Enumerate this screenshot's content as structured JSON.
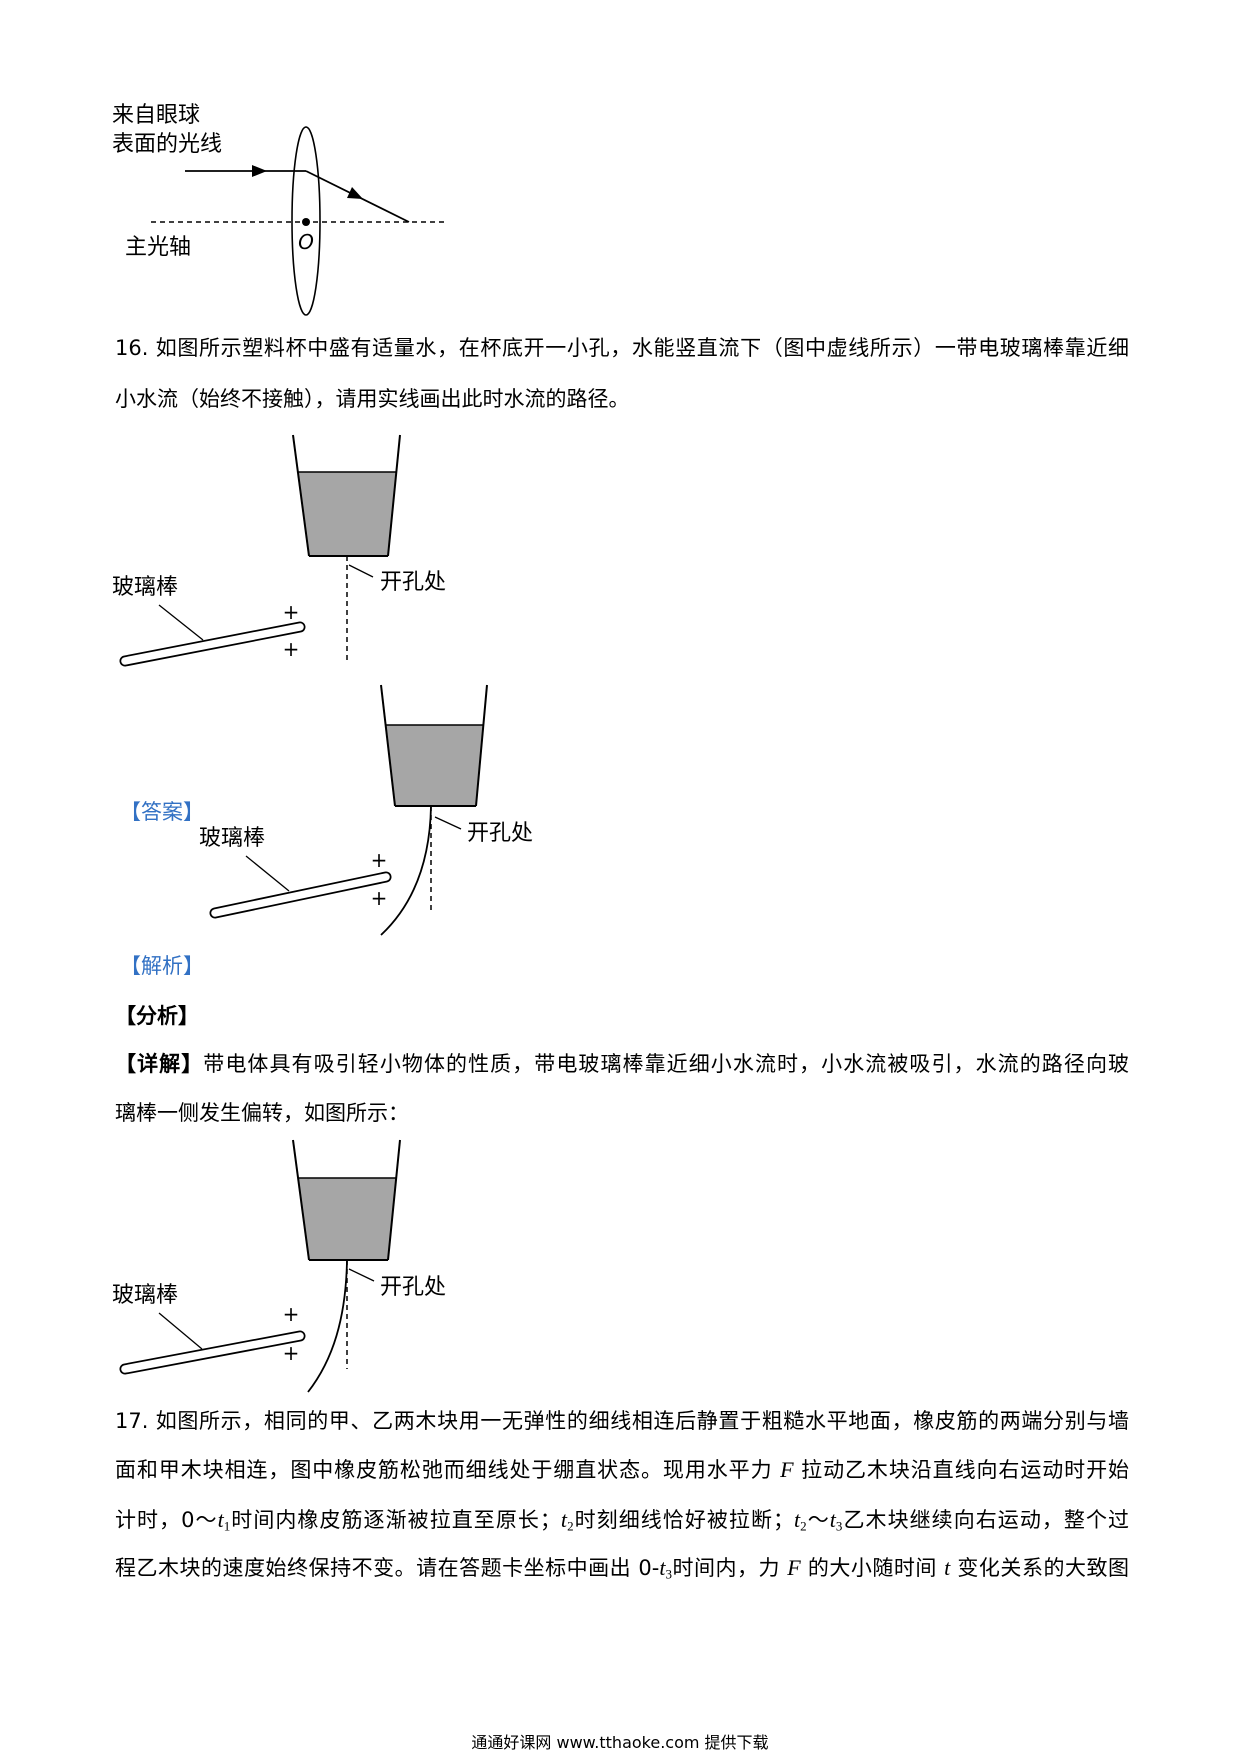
{
  "lens_figure": {
    "ray_label_line1": "来自眼球",
    "ray_label_line2": "表面的光线",
    "axis_label": "主光轴",
    "optical_center_label": "O"
  },
  "question_16": {
    "lines": [
      [
        {
          "t": "16. 如图所示塑料杯中盛有适量水，在杯底开一小孔，水能竖直流下（图中虚线所示）一带电玻璃棒靠近细",
          "s": "plain"
        }
      ],
      [
        {
          "t": "小水流（始终不接触），请用实线画出此时水流的路径。",
          "s": "plain"
        }
      ]
    ]
  },
  "figure_labels": {
    "hole": "开孔处",
    "rod": "玻璃棒",
    "charge": "+"
  },
  "answer": {
    "tag": "【答案】"
  },
  "explanation": {
    "tag": "【解析】",
    "analysis_tag": "【分析】",
    "detail_lines": [
      [
        {
          "t": "【详解】",
          "s": "bold"
        },
        {
          "t": "带电体具有吸引轻小物体的性质，带电玻璃棒靠近细小水流时，小水流被吸引，水流的路径向玻",
          "s": "plain"
        }
      ],
      [
        {
          "t": "璃棒一侧发生偏转，如图所示：",
          "s": "plain"
        }
      ]
    ]
  },
  "question_17": {
    "lines": [
      [
        {
          "t": "17. 如图所示，相同的甲、乙两木块用一无弹性的细线相连后静置于粗糙水平地面，橡皮筋的两端分别与墙",
          "s": "plain"
        }
      ],
      [
        {
          "t": "面和甲木块相连，图中橡皮筋松弛而细线处于绷直状态。现用水平力 ",
          "s": "plain"
        },
        {
          "t": "F",
          "s": "var"
        },
        {
          "t": " 拉动乙木块沿直线向右运动时开始",
          "s": "plain"
        }
      ],
      [
        {
          "t": "计时，0～",
          "s": "plain"
        },
        {
          "t": "t",
          "s": "var"
        },
        {
          "t": "1",
          "s": "sub"
        },
        {
          "t": "时间内橡皮筋逐渐被拉直至原长；",
          "s": "plain"
        },
        {
          "t": "t",
          "s": "var"
        },
        {
          "t": "2",
          "s": "sub"
        },
        {
          "t": "时刻细线恰好被拉断；",
          "s": "plain"
        },
        {
          "t": "t",
          "s": "var"
        },
        {
          "t": "2",
          "s": "sub"
        },
        {
          "t": "～",
          "s": "plain"
        },
        {
          "t": "t",
          "s": "var"
        },
        {
          "t": "3",
          "s": "sub"
        },
        {
          "t": "乙木块继续向右运动，整个过",
          "s": "plain"
        }
      ],
      [
        {
          "t": "程乙木块的速度始终保持不变。请在答题卡坐标中画出 0-",
          "s": "plain"
        },
        {
          "t": "t",
          "s": "var"
        },
        {
          "t": "3",
          "s": "sub"
        },
        {
          "t": "时间内，力 ",
          "s": "plain"
        },
        {
          "t": "F",
          "s": "var"
        },
        {
          "t": " 的大小随时间 ",
          "s": "plain"
        },
        {
          "t": "t",
          "s": "var"
        },
        {
          "t": " 变化关系的大致图",
          "s": "plain"
        }
      ]
    ]
  },
  "footer": {
    "text": "通通好课网 www.tthaoke.com 提供下载"
  },
  "colors": {
    "section_tag": "#3271c4",
    "water": "#a6a6a6",
    "ink": "#000000"
  }
}
